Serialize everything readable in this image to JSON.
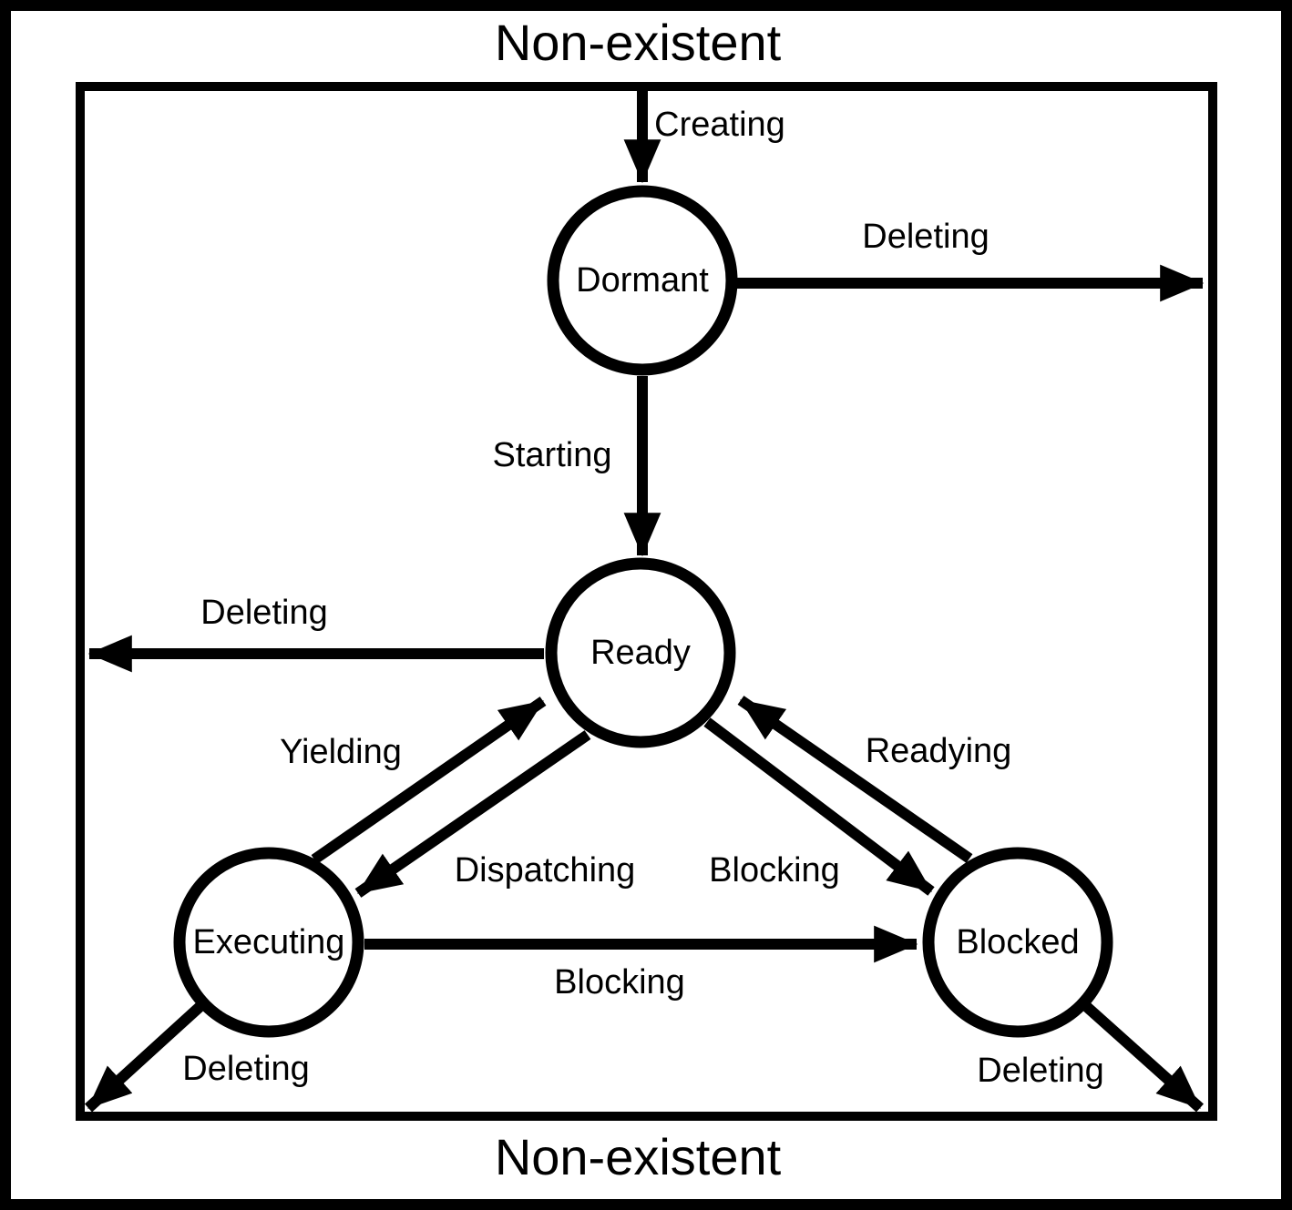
{
  "diagram": {
    "outer_state": {
      "label_top": "Non-existent",
      "label_bottom": "Non-existent"
    },
    "states": [
      {
        "label": "Dormant"
      },
      {
        "label": "Ready"
      },
      {
        "label": "Executing"
      },
      {
        "label": "Blocked"
      }
    ],
    "transitions": [
      {
        "label": "Creating",
        "from": "Non-existent",
        "to": "Dormant"
      },
      {
        "label": "Deleting",
        "from": "Dormant",
        "to": "Non-existent"
      },
      {
        "label": "Starting",
        "from": "Dormant",
        "to": "Ready"
      },
      {
        "label": "Deleting",
        "from": "Ready",
        "to": "Non-existent"
      },
      {
        "label": "Yielding",
        "from": "Executing",
        "to": "Ready"
      },
      {
        "label": "Dispatching",
        "from": "Ready",
        "to": "Executing"
      },
      {
        "label": "Readying",
        "from": "Blocked",
        "to": "Ready"
      },
      {
        "label": "Blocking",
        "from": "Ready",
        "to": "Blocked"
      },
      {
        "label": "Blocking",
        "from": "Executing",
        "to": "Blocked"
      },
      {
        "label": "Deleting",
        "from": "Executing",
        "to": "Non-existent"
      },
      {
        "label": "Deleting",
        "from": "Blocked",
        "to": "Non-existent"
      }
    ],
    "colors": {
      "stroke": "#000000",
      "background": "#ffffff"
    }
  }
}
